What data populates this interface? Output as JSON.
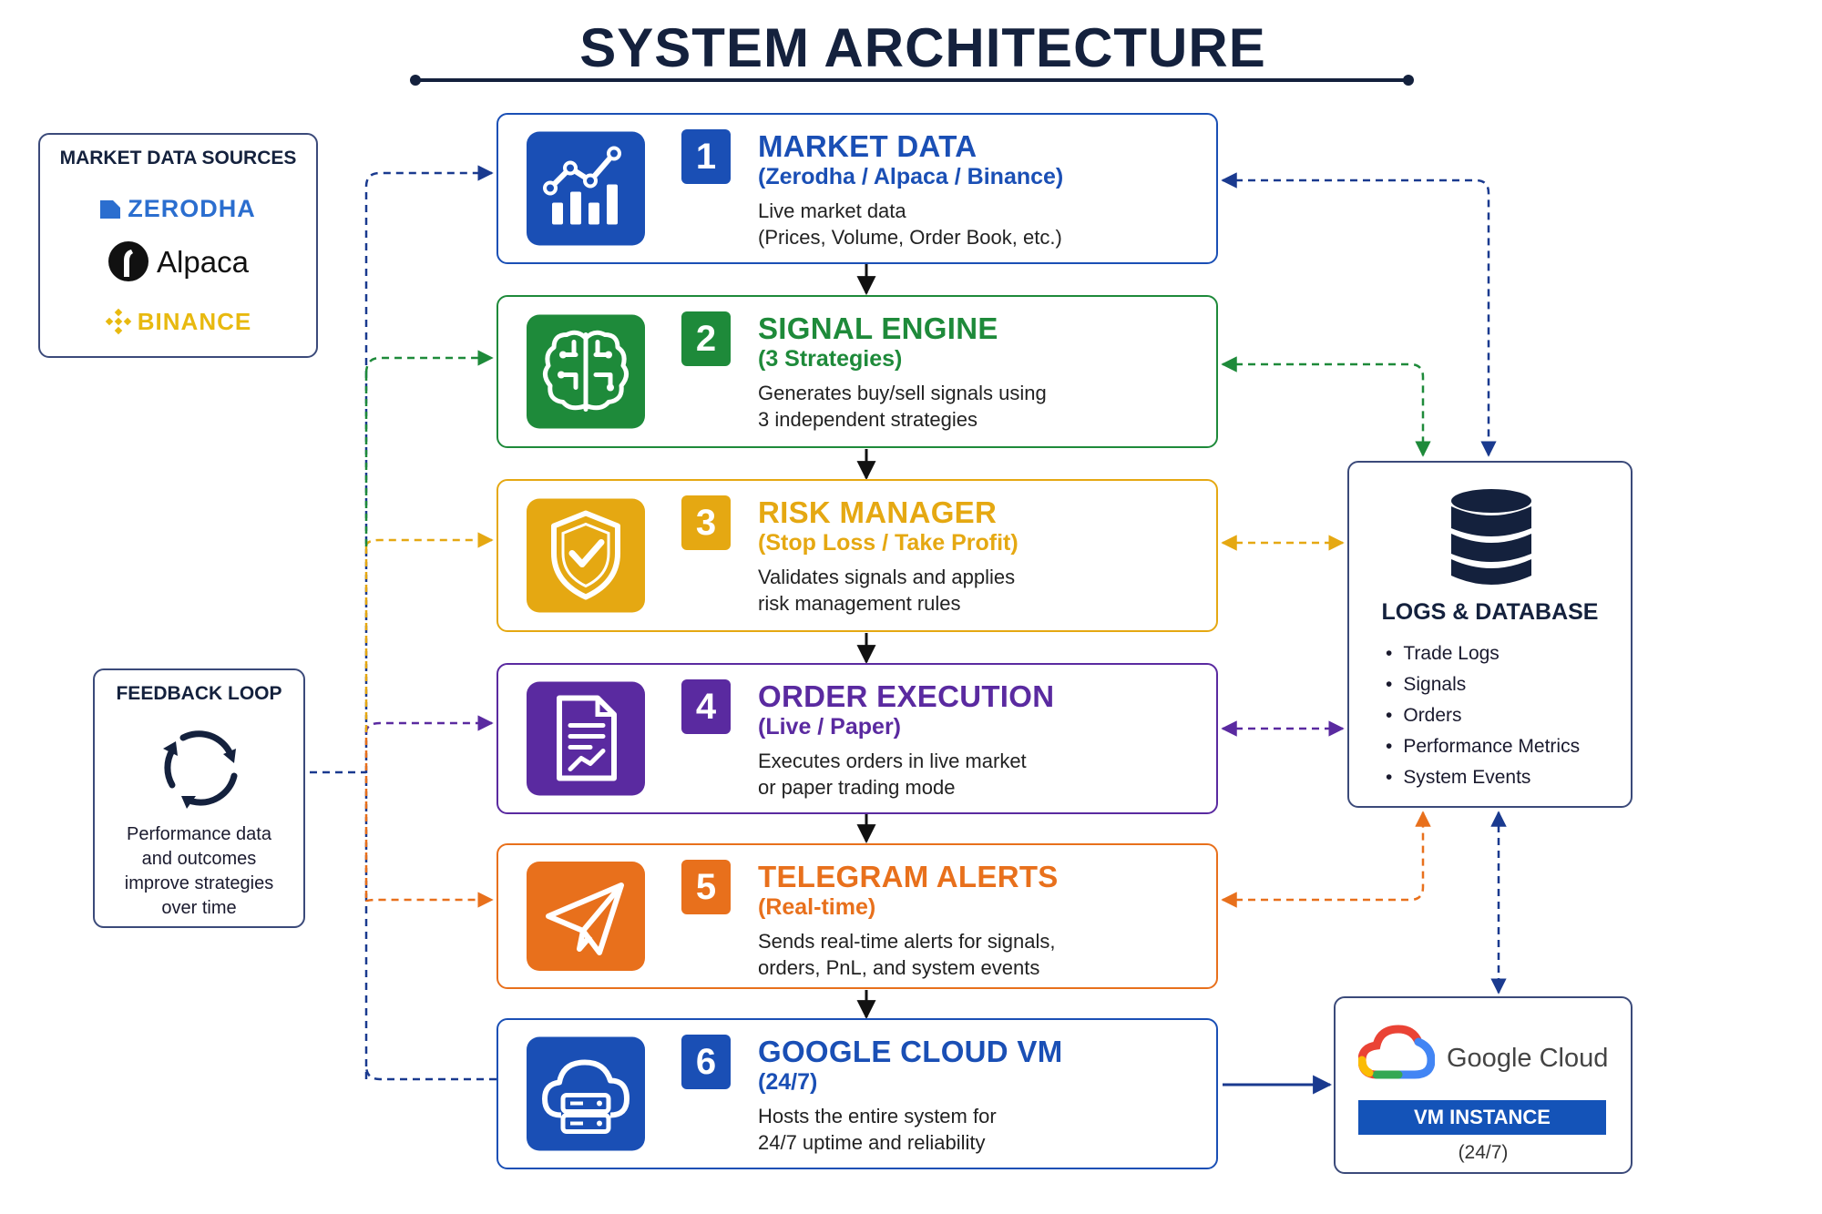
{
  "title": "SYSTEM ARCHITECTURE",
  "colors": {
    "navy": "#14213d",
    "blue": "#1a4fb5",
    "green": "#1e8a3a",
    "yellow": "#e5a812",
    "purple": "#5a2aa0",
    "orange": "#e8701c",
    "binance": "#e8b90f"
  },
  "sources": {
    "title": "MARKET DATA SOURCES",
    "items": [
      "ZERODHA",
      "Alpaca",
      "BINANCE"
    ]
  },
  "feedback": {
    "title": "FEEDBACK LOOP",
    "text": "Performance data\nand outcomes\nimprove strategies\nover time",
    "icon": "cycle-arrows-icon"
  },
  "stages": [
    {
      "num": "1",
      "title": "MARKET DATA",
      "subtitle": "(Zerodha / Alpaca / Binance)",
      "desc": "Live market data\n(Prices, Volume, Order Book, etc.)",
      "icon": "chart-icon"
    },
    {
      "num": "2",
      "title": "SIGNAL ENGINE",
      "subtitle": "(3 Strategies)",
      "desc": "Generates buy/sell signals using\n3 independent strategies",
      "icon": "brain-icon"
    },
    {
      "num": "3",
      "title": "RISK MANAGER",
      "subtitle": "(Stop Loss / Take Profit)",
      "desc": "Validates signals and applies\nrisk management rules",
      "icon": "shield-check-icon"
    },
    {
      "num": "4",
      "title": "ORDER EXECUTION",
      "subtitle": "(Live / Paper)",
      "desc": "Executes orders in live market\nor paper trading mode",
      "icon": "document-chart-icon"
    },
    {
      "num": "5",
      "title": "TELEGRAM ALERTS",
      "subtitle": "(Real-time)",
      "desc": "Sends real-time alerts for signals,\norders, PnL, and system events",
      "icon": "paper-plane-icon"
    },
    {
      "num": "6",
      "title": "GOOGLE CLOUD VM",
      "subtitle": "(24/7)",
      "desc": "Hosts the entire system for\n24/7 uptime and reliability",
      "icon": "cloud-server-icon"
    }
  ],
  "database": {
    "title": "LOGS & DATABASE",
    "items": [
      "Trade Logs",
      "Signals",
      "Orders",
      "Performance Metrics",
      "System Events"
    ],
    "icon": "database-icon"
  },
  "gcloud": {
    "brand": "Google Cloud",
    "label": "VM INSTANCE",
    "uptime": "(24/7)"
  }
}
